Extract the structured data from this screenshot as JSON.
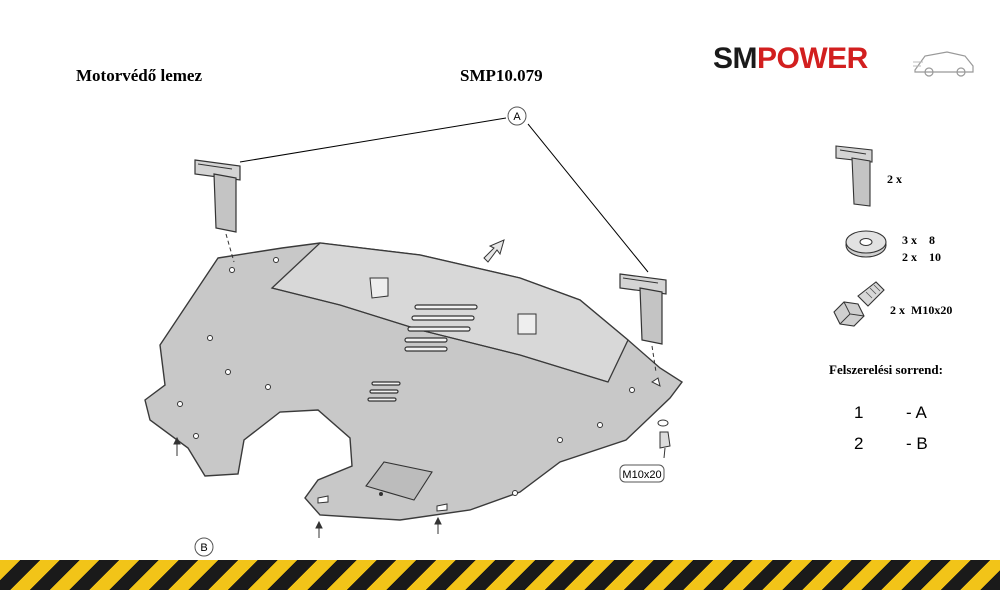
{
  "header": {
    "title": "Motorvédő lemez",
    "code": "SMP10.079"
  },
  "logo": {
    "part1": "SM",
    "part2": "POWER",
    "colors": {
      "dark": "#1a1a1a",
      "accent": "#d21f1f"
    }
  },
  "diagram": {
    "callout_a": "A",
    "callout_b": "B",
    "bolt_label": "M10x20"
  },
  "parts": [
    {
      "name": "bracket",
      "lines": [
        "2 x"
      ]
    },
    {
      "name": "washer",
      "lines": [
        "3 x    8",
        "2 x    10"
      ]
    },
    {
      "name": "bolt",
      "lines": [
        "2 x  M10x20"
      ]
    }
  ],
  "installation": {
    "title": "Felszerelési sorrend:",
    "steps": [
      {
        "number": "1",
        "label": "- A"
      },
      {
        "number": "2",
        "label": "- B"
      }
    ]
  },
  "stripe_colors": [
    "#1a1a1a",
    "#f2c418"
  ]
}
